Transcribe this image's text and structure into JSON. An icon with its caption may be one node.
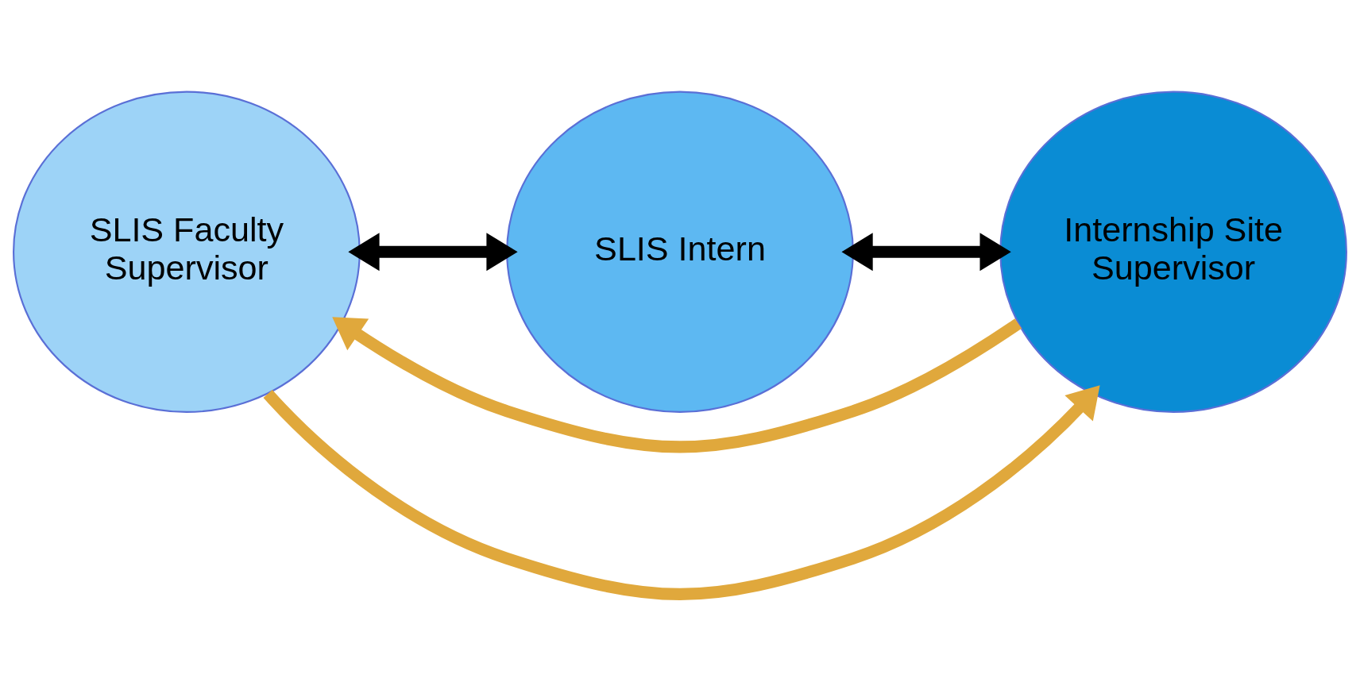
{
  "diagram": {
    "nodes": [
      {
        "text": [
          "SLIS Faculty Supervisor"
        ]
      },
      {
        "text": [
          "SLIS Intern"
        ]
      },
      {
        "text": [
          "Internship Site Supervisor"
        ]
      }
    ],
    "edges": [
      {
        "from": 0,
        "to": 1,
        "arrow": "both",
        "color": "#000000"
      },
      {
        "from": 1,
        "to": 2,
        "arrow": "both",
        "color": "#000000"
      },
      {
        "from": 0,
        "to": 2,
        "arrow": "to",
        "color": "#e0a83c"
      },
      {
        "from": 2,
        "to": 0,
        "arrow": "to",
        "color": "#e0a83c"
      }
    ]
  }
}
